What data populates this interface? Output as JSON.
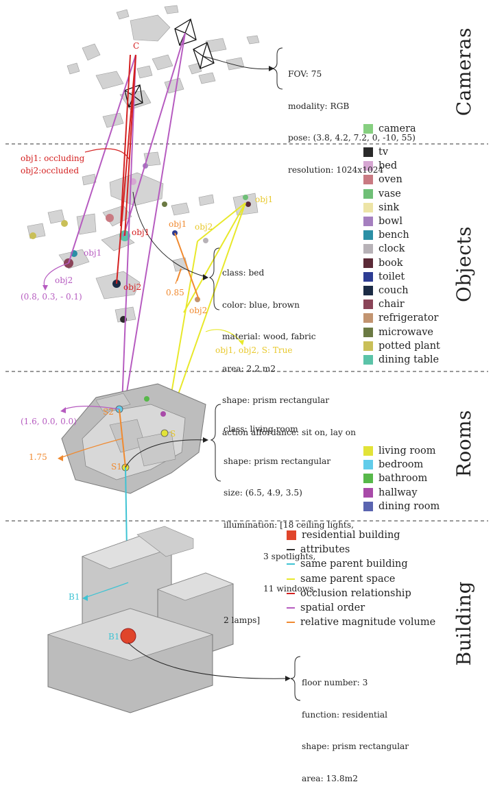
{
  "layers": {
    "cameras": "Cameras",
    "objects": "Objects",
    "rooms": "Rooms",
    "building": "Building"
  },
  "camera_legend": {
    "label": "camera",
    "color": "#86cf80"
  },
  "object_legend": [
    {
      "label": "tv",
      "color": "#2a2a2a"
    },
    {
      "label": "bed",
      "color": "#d6a6d2"
    },
    {
      "label": "oven",
      "color": "#c97a82"
    },
    {
      "label": "vase",
      "color": "#6fbf77"
    },
    {
      "label": "sink",
      "color": "#ede4a6"
    },
    {
      "label": "bowl",
      "color": "#a57fbf"
    },
    {
      "label": "bench",
      "color": "#2b8fa5"
    },
    {
      "label": "clock",
      "color": "#b7b2b7"
    },
    {
      "label": "book",
      "color": "#5b2a37"
    },
    {
      "label": "toilet",
      "color": "#2d3c93"
    },
    {
      "label": "couch",
      "color": "#1b2b45"
    },
    {
      "label": "chair",
      "color": "#8a4458"
    },
    {
      "label": "refrigerator",
      "color": "#c29470"
    },
    {
      "label": "microwave",
      "color": "#6b7a43"
    },
    {
      "label": "potted plant",
      "color": "#c9bf58"
    },
    {
      "label": "dining table",
      "color": "#5bc3a8"
    }
  ],
  "room_legend": [
    {
      "label": "living room",
      "color": "#e2e338"
    },
    {
      "label": "bedroom",
      "color": "#61ccea"
    },
    {
      "label": "bathroom",
      "color": "#57b84a"
    },
    {
      "label": "hallway",
      "color": "#a84aa8"
    },
    {
      "label": "dining room",
      "color": "#5a64b0"
    }
  ],
  "building_legend": {
    "box": {
      "label": "residential building",
      "color": "#e0452b"
    },
    "lines": [
      {
        "label": "attributes",
        "color": "#333333"
      },
      {
        "label": "same parent building",
        "color": "#3ec3d3"
      },
      {
        "label": "same parent space",
        "color": "#e8e82a"
      },
      {
        "label": "occlusion relationship",
        "color": "#d42020"
      },
      {
        "label": "spatial order",
        "color": "#b65bc0"
      },
      {
        "label": "relative magnitude volume",
        "color": "#f08a30"
      }
    ]
  },
  "camera_info": {
    "fov": "FOV: 75",
    "modality": "modality: RGB",
    "pose": "pose: (3.8, 4.2, 7.2, 0, -10, 55)",
    "resolution": "resolution: 1024x1024"
  },
  "object_info": {
    "class": "class: bed",
    "color": "color: blue, brown",
    "material": "material: wood, fabric",
    "area": "area: 2.2 m2",
    "shape": "shape: prism rectangular",
    "affordance": "action affordance: sit on, lay on"
  },
  "room_info": {
    "class": "class: living room",
    "shape": "shape: prism rectangular",
    "size": "size: (6.5, 4.9, 3.5)",
    "illum1": "illumination: [18 ceiling lights,",
    "illum2": "3 spotlights,",
    "illum3": "11 windows,",
    "illum4": "2 lamps]"
  },
  "building_info": {
    "floor": "floor number: 3",
    "function": "function: residential",
    "shape": "shape: prism rectangular",
    "area": "area: 13.8m2"
  },
  "annotations": {
    "camera_c": "C",
    "occluding": "obj1: occluding",
    "occluded": "obj2:occluded",
    "obj1_purple": "obj1",
    "obj2_purple": "obj2",
    "coord_purple": "(0.8, 0.3, - 0.1)",
    "obj1_red": "obj1",
    "obj2_red": "obj2",
    "obj1_orange": "obj1",
    "obj2_orange": "obj2",
    "val_orange": "0.85",
    "obj1_yellow": "obj1",
    "obj2_yellow": "obj2",
    "yellow_rel": "obj1, obj2, S: True",
    "s2": "S2",
    "s1": "S1",
    "s_yellow": "S",
    "room_coord": "(1.6, 0.0, 0.0)",
    "room_val": "1.75",
    "b1_cyan": "B1",
    "b1_node": "B1"
  }
}
